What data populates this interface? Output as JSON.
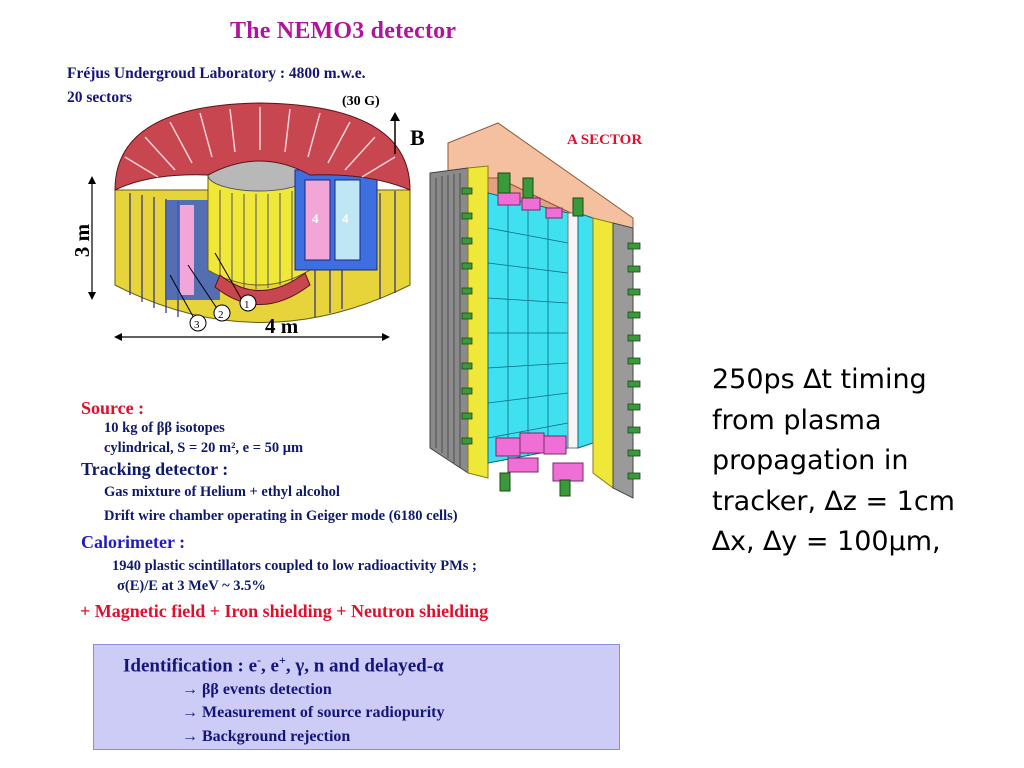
{
  "title": "The NEMO3 detector",
  "lab_line": "Fréjus Undergroud Laboratory  : 4800 m.w.e.",
  "sectors_line": "20 sectors",
  "field_label": "(30 G)",
  "b_label": "B",
  "sector_label": "A SECTOR",
  "height_label": "3 m",
  "width_label": "4 m",
  "callouts": [
    "1",
    "2",
    "3"
  ],
  "sector_numbers": [
    "4",
    "4"
  ],
  "source": {
    "head": "Source :",
    "items": [
      "10 kg of ββ isotopes",
      "cylindrical, S = 20 m², e = 50 μm"
    ]
  },
  "tracking": {
    "head": "Tracking detector :",
    "items": [
      "Gas mixture of Helium + ethyl alcohol",
      "Drift wire chamber operating in Geiger mode (6180 cells)"
    ]
  },
  "calorimeter": {
    "head": "Calorimeter :",
    "items": [
      "1940 plastic scintillators coupled to low radioactivity PMs ;",
      "σ(E)/E at 3 MeV ~ 3.5%"
    ]
  },
  "shielding_line": "+ Magnetic field + Iron shielding + Neutron shielding",
  "identification": {
    "head_prefix": "Identification : e",
    "sup_minus": "-",
    "mid": ", e",
    "sup_plus": "+",
    "tail": ", γ, n and delayed-α",
    "items": [
      "→ ββ events detection",
      "→ Measurement of source radiopurity",
      "→ Background rejection"
    ]
  },
  "timing_lines": [
    "250ps ∆t timing",
    "from plasma",
    "propagation in",
    "tracker, ∆z = 1cm",
    "∆x, ∆y = 100µm,"
  ],
  "colors": {
    "title": "#b0149c",
    "scintillator_cyan": "#3fe0ef",
    "magnet_copper": "#c84650",
    "frame_yellow": "#f0e838",
    "source_pink": "#ef6fd6",
    "id_box": "#ccccf6"
  }
}
